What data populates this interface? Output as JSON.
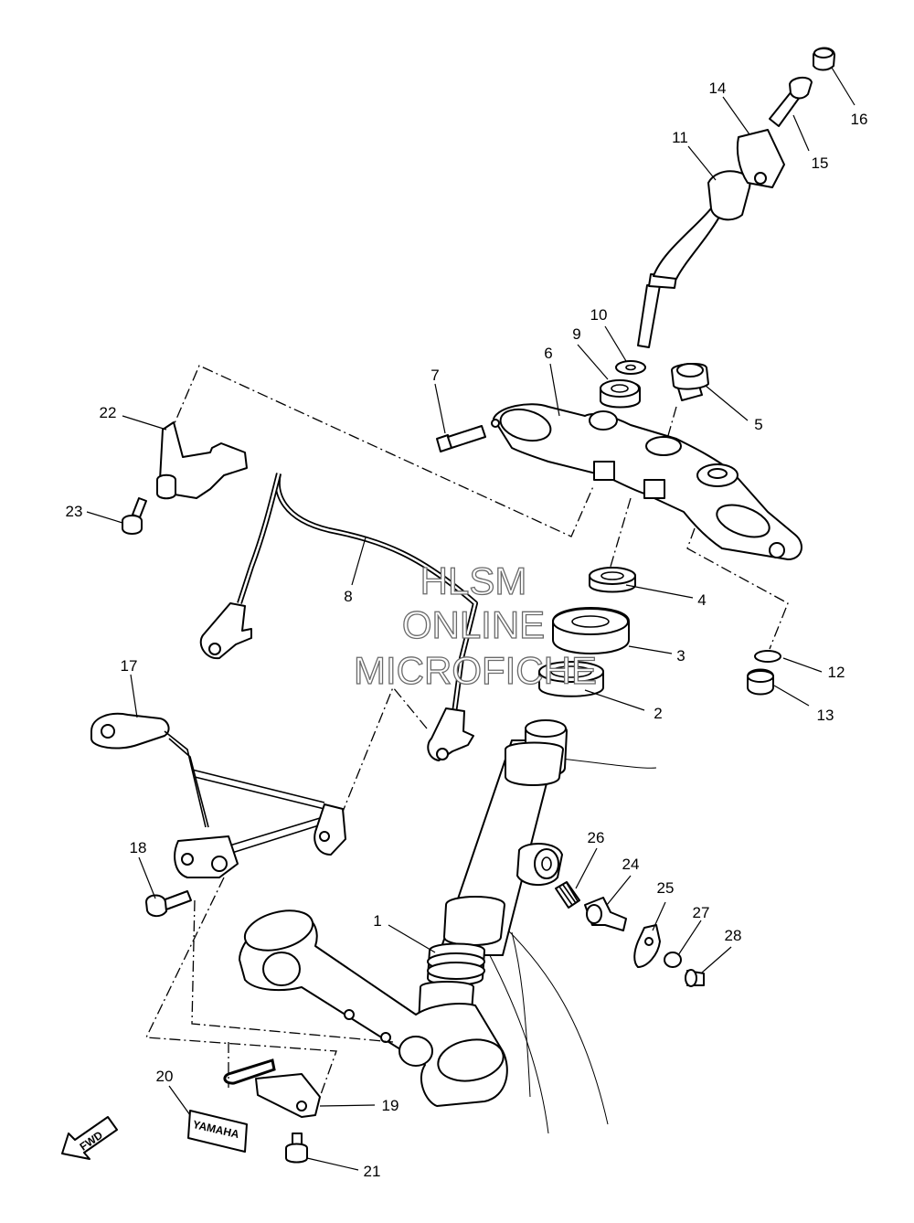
{
  "watermark": {
    "line1": "HLSM",
    "line2": "ONLINE",
    "line3": "MICROFICHE"
  },
  "labels": {
    "yamaha_plate": "YAMAHA",
    "fwd_arrow": "FWD"
  },
  "callouts": [
    {
      "id": "1",
      "text": "1"
    },
    {
      "id": "2",
      "text": "2"
    },
    {
      "id": "3",
      "text": "3"
    },
    {
      "id": "4",
      "text": "4"
    },
    {
      "id": "5",
      "text": "5"
    },
    {
      "id": "6",
      "text": "6"
    },
    {
      "id": "7",
      "text": "7"
    },
    {
      "id": "8",
      "text": "8"
    },
    {
      "id": "9",
      "text": "9"
    },
    {
      "id": "10",
      "text": "10"
    },
    {
      "id": "11",
      "text": "11"
    },
    {
      "id": "12",
      "text": "12"
    },
    {
      "id": "13",
      "text": "13"
    },
    {
      "id": "14",
      "text": "14"
    },
    {
      "id": "15",
      "text": "15"
    },
    {
      "id": "16",
      "text": "16"
    },
    {
      "id": "17",
      "text": "17"
    },
    {
      "id": "18",
      "text": "18"
    },
    {
      "id": "19",
      "text": "19"
    },
    {
      "id": "20",
      "text": "20"
    },
    {
      "id": "21",
      "text": "21"
    },
    {
      "id": "22",
      "text": "22"
    },
    {
      "id": "23",
      "text": "23"
    },
    {
      "id": "24",
      "text": "24"
    },
    {
      "id": "25",
      "text": "25"
    },
    {
      "id": "26",
      "text": "26"
    },
    {
      "id": "27",
      "text": "27"
    },
    {
      "id": "28",
      "text": "28"
    }
  ]
}
